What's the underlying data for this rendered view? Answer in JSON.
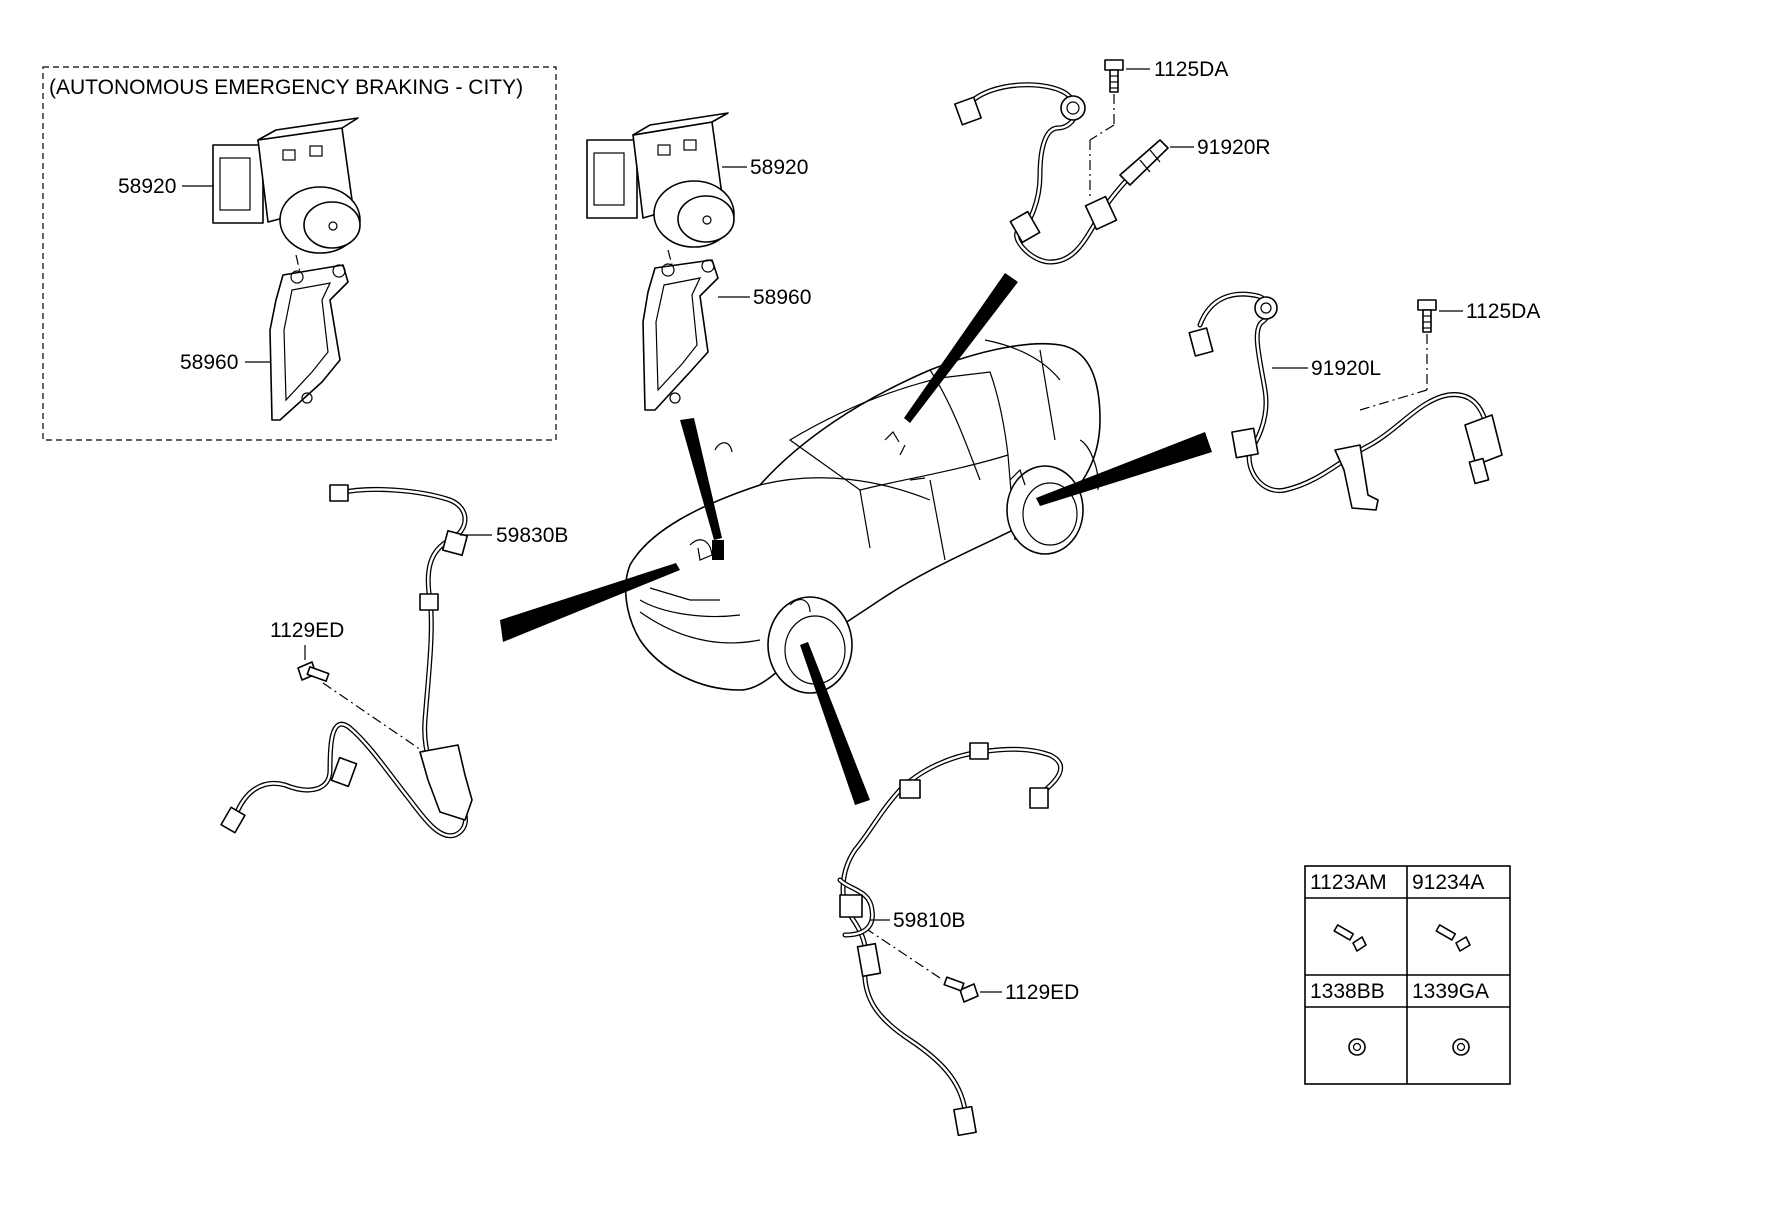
{
  "group_box": {
    "title": "(AUTONOMOUS EMERGENCY BRAKING - CITY)"
  },
  "callouts": {
    "hecu_aeb": "58920",
    "bracket_aeb": "58960",
    "hecu_std": "58920",
    "bracket_std": "58960",
    "bolt_rear_right": "1125DA",
    "sensor_rear_right": "91920R",
    "bolt_rear_left": "1125DA",
    "sensor_rear_left": "91920L",
    "sensor_front_left": "59830B",
    "bolt_front_left": "1129ED",
    "sensor_front_right": "59810B",
    "bolt_front_right": "1129ED"
  },
  "fastener_table": {
    "headers": [
      "1123AM",
      "91234A",
      "1338BB",
      "1339GA"
    ],
    "icons": [
      "bolt-icon",
      "bolt-icon",
      "nut-icon",
      "nut-icon"
    ]
  }
}
